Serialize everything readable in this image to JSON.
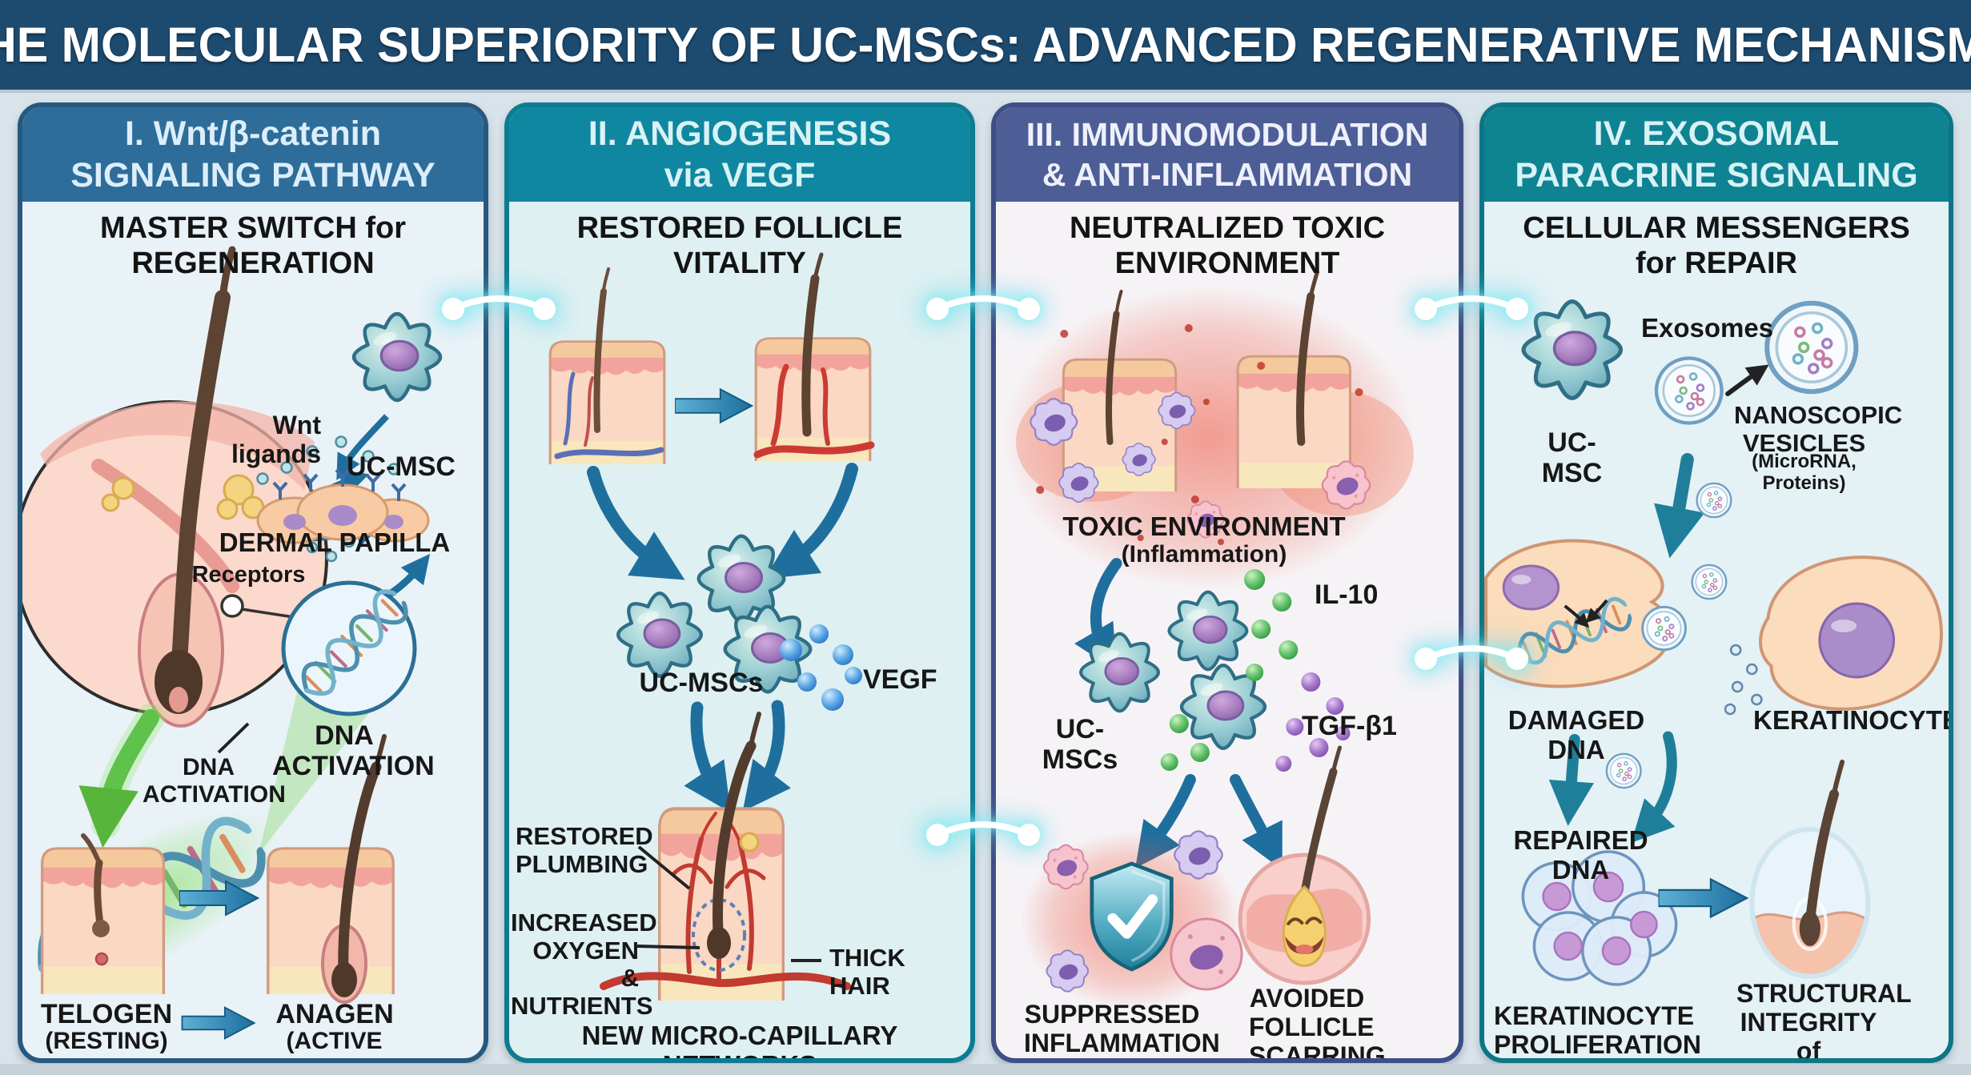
{
  "title": "THE MOLECULAR SUPERIORITY OF UC-MSCs: ADVANCED REGENERATIVE MECHANISMS",
  "colors": {
    "page_bg": "#d9e3ea",
    "title_bg": "#1d4b70",
    "panel1_header": "#2e6d99",
    "panel1_border": "#27597f",
    "panel1_body": "#e9f2f7",
    "panel2_header": "#0f87a0",
    "panel2_border": "#0d7b91",
    "panel2_body": "#def0f2",
    "panel3_header": "#4d5d96",
    "panel3_border": "#3f4f86",
    "panel3_body": "#f6f3f6",
    "panel4_header": "#0e8392",
    "panel4_border": "#0c7686",
    "panel4_body": "#e4f1f5",
    "arrow_blue": "#1f6f9e",
    "glow_cyan": "#5fd9ec"
  },
  "panels": [
    {
      "header": "I. Wnt/β-catenin\nSIGNALING PATHWAY",
      "subtitle": "MASTER SWITCH for\nREGENERATION",
      "labels": {
        "ucmsc": "UC-MSC",
        "wnt_ligands": "Wnt\nligands",
        "dermal_papilla": "DERMAL PAPILLA",
        "receptors": "Receptors",
        "dna_activation_note": "DNA\nACTIVATION",
        "dna_activation": "DNA\nACTIVATION",
        "telogen": "TELOGEN",
        "telogen_state": "(RESTING)",
        "anagen": "ANAGEN",
        "anagen_state": "(ACTIVE GROWTH)"
      }
    },
    {
      "header": "II. ANGIOGENESIS\nvia VEGF",
      "subtitle": "RESTORED FOLLICLE\nVITALITY",
      "labels": {
        "ucmscs": "UC-MSCs",
        "vegf": "VEGF",
        "restored_plumbing": "RESTORED\nPLUMBING",
        "increased_oxygen": "INCREASED\nOXYGEN &\nNUTRIENTS",
        "thick_hair": "THICK\nHAIR",
        "networks": "NEW MICRO-CAPILLARY NETWORKS"
      }
    },
    {
      "header": "III. IMMUNOMODULATION\n& ANTI-INFLAMMATION",
      "subtitle": "NEUTRALIZED TOXIC\nENVIRONMENT",
      "labels": {
        "toxic": "TOXIC ENVIRONMENT",
        "toxic_sub": "(Inflammation)",
        "il10": "IL-10",
        "ucmscs": "UC-MSCs",
        "tgfb1": "TGF-β1",
        "suppressed": "SUPPRESSED\nINFLAMMATION",
        "avoided": "AVOIDED\nFOLLICLE\nSCARRING"
      }
    },
    {
      "header": "IV. EXOSOMAL\nPARACRINE SIGNALING",
      "subtitle": "CELLULAR MESSENGERS\nfor REPAIR",
      "labels": {
        "exosomes": "Exosomes",
        "ucmsc": "UC-MSC",
        "nanoscopic": "NANOSCOPIC\nVESICLES",
        "nanoscopic_sub": "(MicroRNA, Proteins)",
        "damaged_dna": "DAMAGED DNA",
        "keratinocyte": "KERATINOCYTE",
        "repaired_dna": "REPAIRED DNA",
        "proliferation": "KERATINOCYTE\nPROLIFERATION",
        "integrity": "STRUCTURAL\nINTEGRITY of\nHAIR SHAFT"
      }
    }
  ]
}
